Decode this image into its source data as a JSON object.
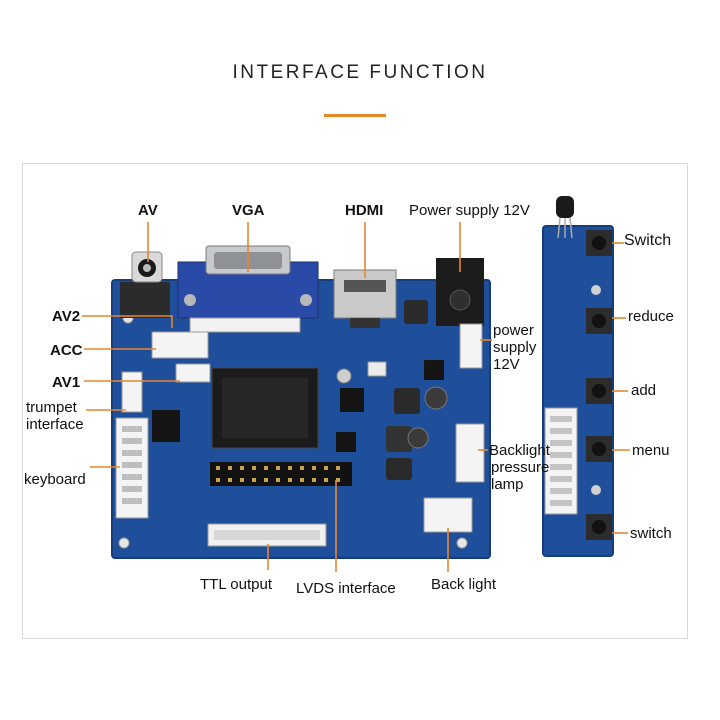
{
  "header": {
    "title": "INTERFACE FUNCTION"
  },
  "colors": {
    "accent": "#e8862a",
    "pcb": "#1f4f9a",
    "pcb_dark": "#163d7a",
    "leader": "#e8862a"
  },
  "labels": {
    "av": "AV",
    "vga": "VGA",
    "hdmi": "HDMI",
    "power_supply_top": "Power supply 12V",
    "av2": "AV2",
    "acc": "ACC",
    "av1": "AV1",
    "trumpet_interface_1": "trumpet",
    "trumpet_interface_2": "interface",
    "keyboard": "keyboard",
    "power_supply_right_1": "power",
    "power_supply_right_2": "supply",
    "power_supply_right_3": "12V",
    "backlight_pressure_1": "Backlight",
    "backlight_pressure_2": "pressure",
    "backlight_pressure_3": "lamp",
    "ttl_output": "TTL output",
    "lvds_interface": "LVDS interface",
    "back_light": "Back light",
    "switch_top": "Switch",
    "reduce": "reduce",
    "add": "add",
    "menu": "menu",
    "switch_bottom": "switch"
  }
}
